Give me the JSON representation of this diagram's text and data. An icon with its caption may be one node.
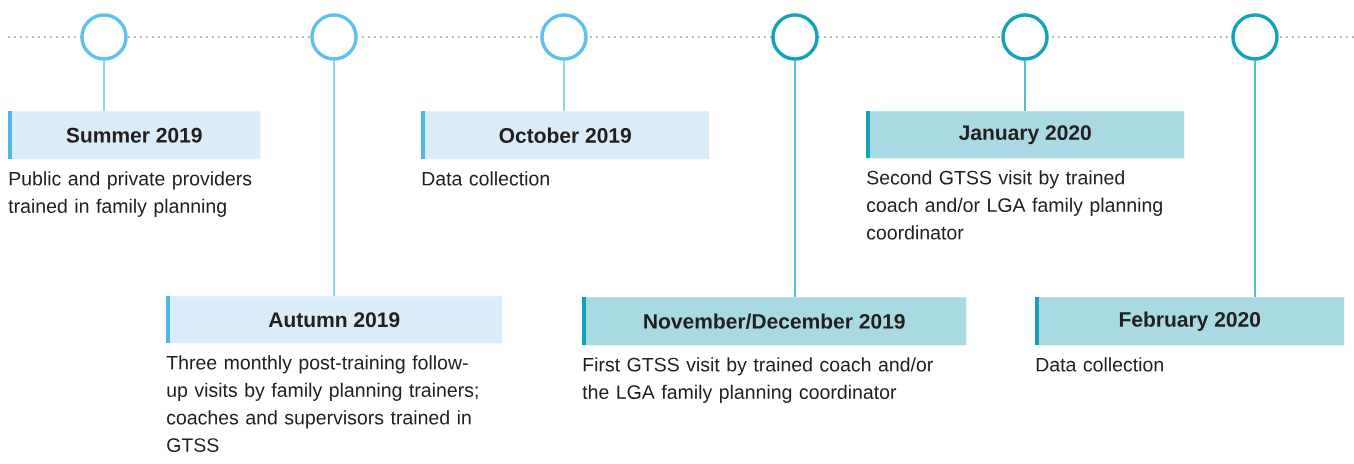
{
  "diagram": {
    "nodes": [
      {
        "text": [],
        "shape": "circle"
      },
      {
        "text": [],
        "shape": "circle"
      },
      {
        "text": [],
        "shape": "circle"
      },
      {
        "text": [],
        "shape": "circle"
      },
      {
        "text": [],
        "shape": "circle"
      },
      {
        "text": [],
        "shape": "circle"
      },
      {
        "text": [
          "Summer 2019",
          "Public and private providers trained in family planning"
        ]
      },
      {
        "text": [
          "Autumn 2019",
          "Three monthly post-training follow-up visits by family planning trainers; coaches and supervisors trained in GTSS"
        ]
      },
      {
        "text": [
          "October 2019",
          "Data collection"
        ]
      },
      {
        "text": [
          "November/December 2019",
          "First GTSS visit by trained coach and/or the LGA family planning coordinator"
        ]
      },
      {
        "text": [
          "January 2020",
          "Second GTSS visit by trained coach and/or LGA family planning coordinator"
        ]
      },
      {
        "text": [
          "February 2020",
          "Data collection"
        ]
      }
    ],
    "edges": [
      {
        "from": 0,
        "to": 6,
        "arrow": "none",
        "color": "#5bc2ee"
      },
      {
        "from": 1,
        "to": 7,
        "arrow": "none",
        "color": "#5bc2ee"
      },
      {
        "from": 2,
        "to": 8,
        "arrow": "none",
        "color": "#5bc2ee"
      },
      {
        "from": 3,
        "to": 9,
        "arrow": "none",
        "color": "#12a3b6"
      },
      {
        "from": 4,
        "to": 10,
        "arrow": "none",
        "color": "#12a3b6"
      },
      {
        "from": 5,
        "to": 11,
        "arrow": "none",
        "color": "#12a3b6"
      }
    ]
  }
}
